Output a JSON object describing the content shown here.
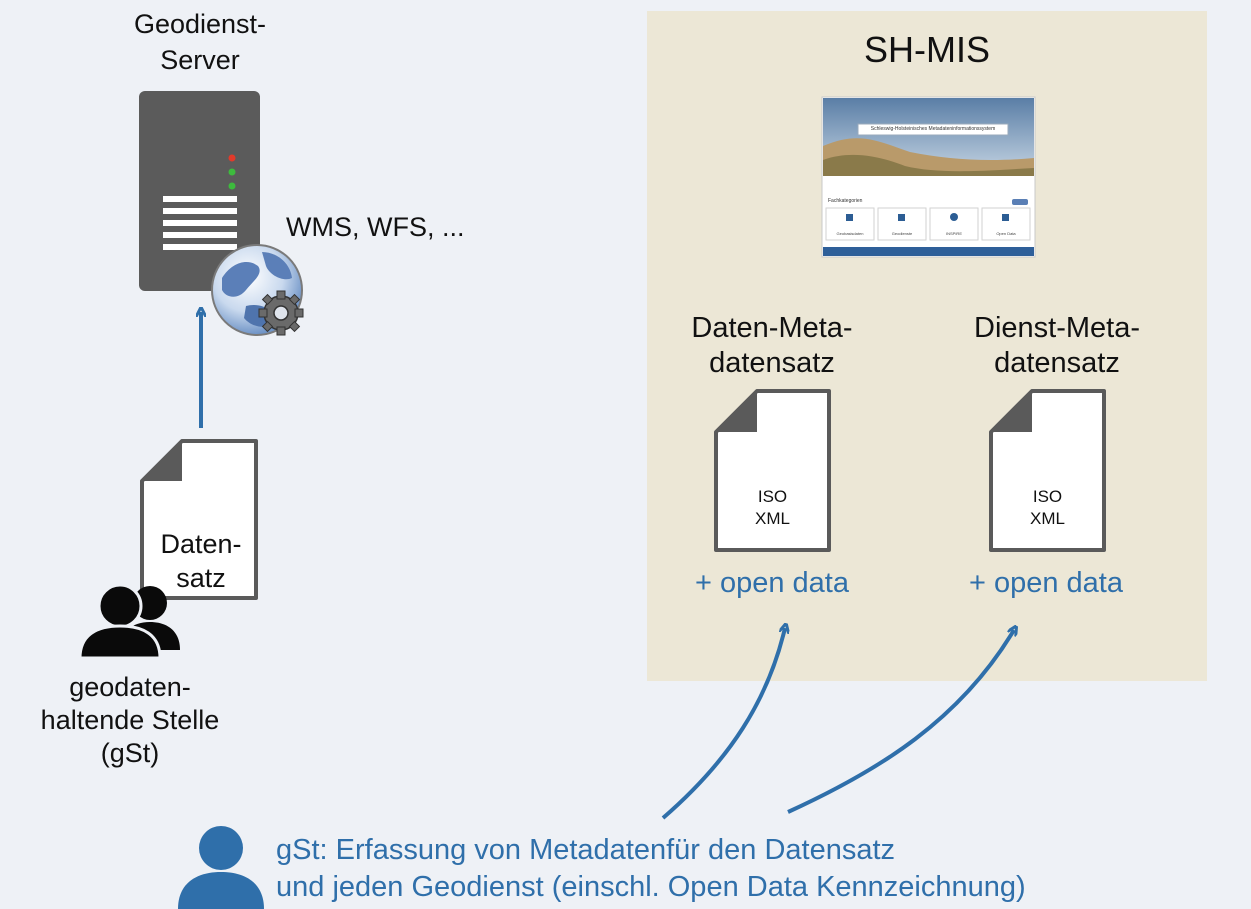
{
  "server": {
    "title_line1": "Geodienst-",
    "title_line2": "Server",
    "protocols": "WMS, WFS, ..."
  },
  "dataset": {
    "label_line1": "Daten-",
    "label_line2": "satz"
  },
  "provider": {
    "line1": "geodaten-",
    "line2": "haltende Stelle",
    "line3": "(gSt)"
  },
  "shmis": {
    "title": "SH-MIS",
    "screenshot": {
      "banner": "Schleswig-Holsteinisches Metadateninformationssystem",
      "categories_title": "Fachkategorien",
      "tiles": [
        "Geobasisdaten",
        "Geodienste",
        "INSPIRE",
        "Open Data"
      ]
    },
    "data_record": {
      "title_line1": "Daten-Meta-",
      "title_line2": "datensatz",
      "doc_line1": "ISO",
      "doc_line2": "XML",
      "flag": "+ open data"
    },
    "service_record": {
      "title_line1": "Dienst-Meta-",
      "title_line2": "datensatz",
      "doc_line1": "ISO",
      "doc_line2": "XML",
      "flag": "+ open data"
    }
  },
  "bottom": {
    "line1": "gSt: Erfassung von Metadatenfür den Datensatz",
    "line2": "und jeden Geodienst (einschl. Open Data Kennzeichnung)"
  },
  "colors": {
    "accent": "#2f6faa",
    "panel": "#ece7d6",
    "background": "#eef1f6"
  }
}
